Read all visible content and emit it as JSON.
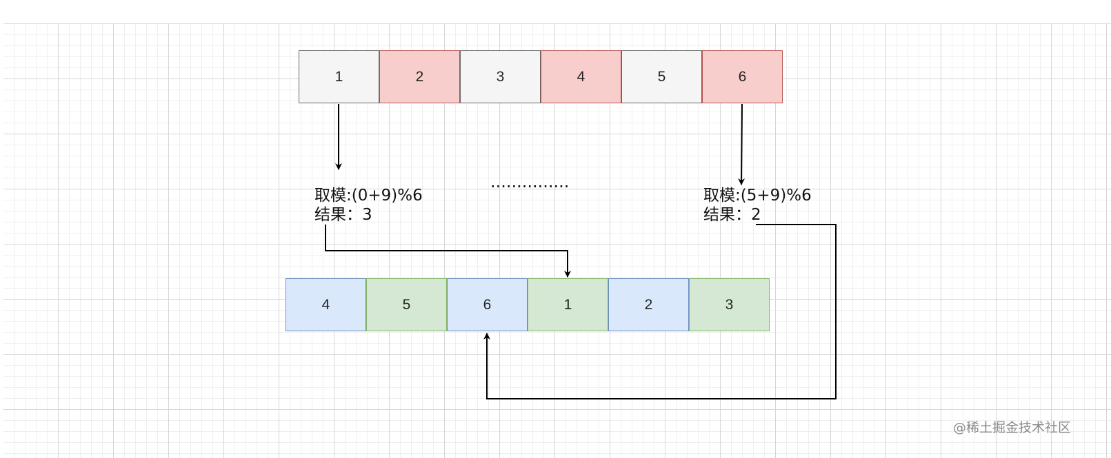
{
  "top_row": [
    {
      "value": "1",
      "fill": "#f5f5f5",
      "stroke": "#666666"
    },
    {
      "value": "2",
      "fill": "#f8cecc",
      "stroke": "#b85450"
    },
    {
      "value": "3",
      "fill": "#f5f5f5",
      "stroke": "#666666"
    },
    {
      "value": "4",
      "fill": "#f8cecc",
      "stroke": "#b85450"
    },
    {
      "value": "5",
      "fill": "#f5f5f5",
      "stroke": "#666666"
    },
    {
      "value": "6",
      "fill": "#f8cecc",
      "stroke": "#b85450"
    }
  ],
  "bottom_row": [
    {
      "value": "4",
      "fill": "#dae8fc",
      "stroke": "#6c8ebf"
    },
    {
      "value": "5",
      "fill": "#d5e8d4",
      "stroke": "#82b366"
    },
    {
      "value": "6",
      "fill": "#dae8fc",
      "stroke": "#6c8ebf"
    },
    {
      "value": "1",
      "fill": "#d5e8d4",
      "stroke": "#82b366"
    },
    {
      "value": "2",
      "fill": "#dae8fc",
      "stroke": "#6c8ebf"
    },
    {
      "value": "3",
      "fill": "#d5e8d4",
      "stroke": "#82b366"
    }
  ],
  "annotations": {
    "left": {
      "line1": "取模:(0+9)%6",
      "line2": "结果：3"
    },
    "right": {
      "line1": "取模:(5+9)%6",
      "line2": "结果：2"
    },
    "ellipsis": "..............."
  },
  "watermark": "@稀土掘金技术社区",
  "colors": {
    "arrow": "#000000"
  }
}
